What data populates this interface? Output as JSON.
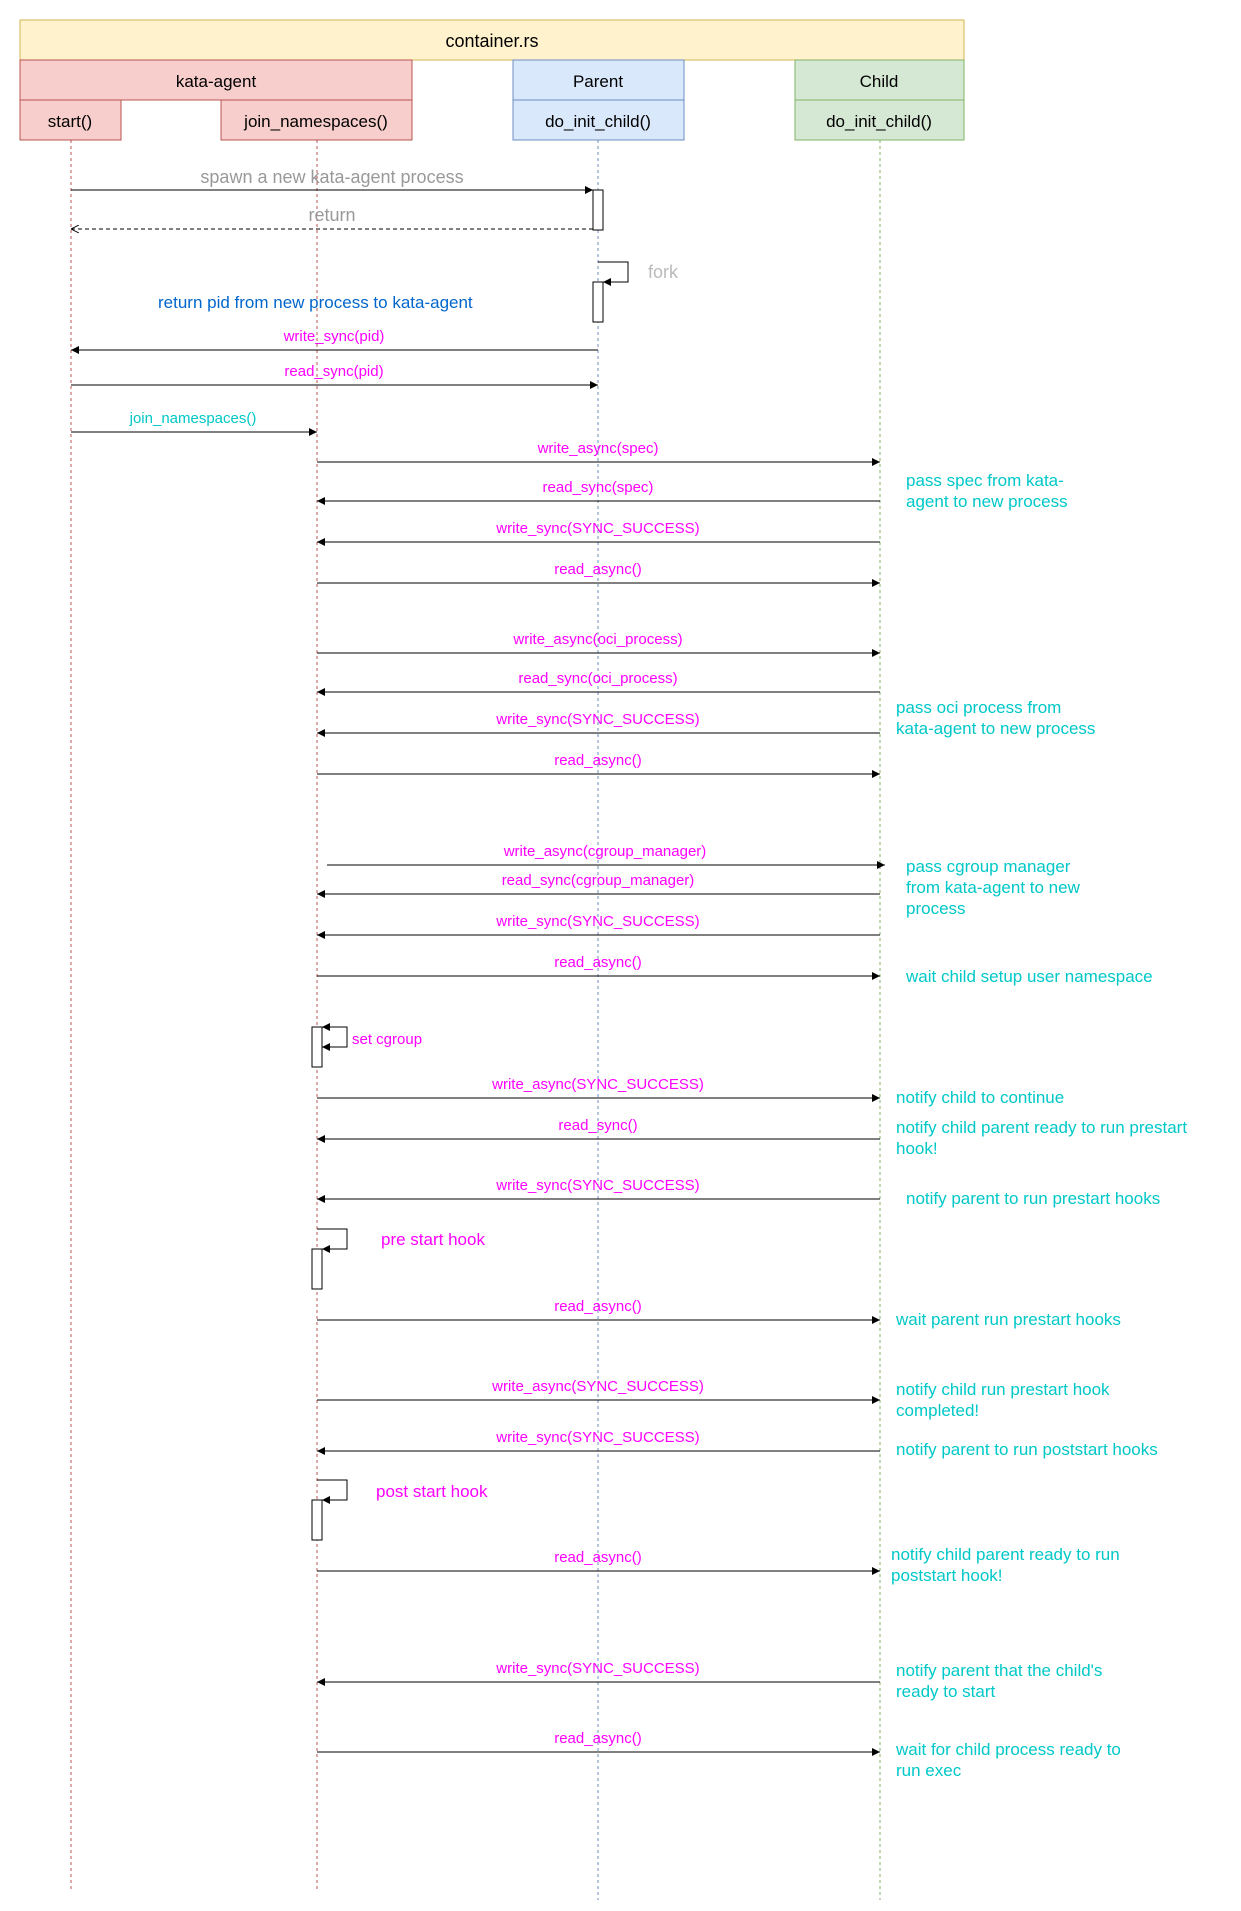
{
  "header": {
    "title": "container.rs",
    "groups": {
      "agent": "kata-agent",
      "parent": "Parent",
      "child": "Child"
    },
    "lifelines": {
      "start": "start()",
      "join": "join_namespaces()",
      "parent": "do_init_child()",
      "child": "do_init_child()"
    }
  },
  "messages": {
    "m1": "spawn a new kata-agent process",
    "m2": "return",
    "m3": "fork",
    "m3note": "return pid from new process to kata-agent",
    "m4": "write_sync(pid)",
    "m5": "read_sync(pid)",
    "m6": "join_namespaces()",
    "m7": "write_async(spec)",
    "m8": "read_sync(spec)",
    "m9": "write_sync(SYNC_SUCCESS)",
    "m10": "read_async()",
    "m11": "write_async(oci_process)",
    "m12": "read_sync(oci_process)",
    "m13": "write_sync(SYNC_SUCCESS)",
    "m14": "read_async()",
    "m15": "write_async(cgroup_manager)",
    "m16": "read_sync(cgroup_manager)",
    "m17": "write_sync(SYNC_SUCCESS)",
    "m18": "read_async()",
    "m19": "set cgroup",
    "m20": "write_async(SYNC_SUCCESS)",
    "m21": "read_sync()",
    "m22": "write_sync(SYNC_SUCCESS)",
    "m23": "pre start hook",
    "m24": "read_async()",
    "m25": "write_async(SYNC_SUCCESS)",
    "m26": "write_sync(SYNC_SUCCESS)",
    "m27": "post start hook",
    "m28": "read_async()",
    "m29": "write_sync(SYNC_SUCCESS)",
    "m30": "read_async()"
  },
  "notes": {
    "n1": [
      "pass spec from kata-",
      "agent to new process"
    ],
    "n2": [
      "pass oci process from",
      "kata-agent to new process"
    ],
    "n3": [
      "pass cgroup manager",
      "from kata-agent to new",
      "process"
    ],
    "n4": [
      "wait child setup user namespace"
    ],
    "n5": [
      "notify child to continue"
    ],
    "n6": [
      "notify child parent ready to run prestart",
      "hook!"
    ],
    "n7": [
      "notify parent to run prestart hooks"
    ],
    "n8": [
      "wait parent run prestart hooks"
    ],
    "n9": [
      "notify child run prestart hook",
      "completed!"
    ],
    "n10": [
      "notify parent to run poststart hooks"
    ],
    "n11": [
      "notify child parent ready to run",
      "poststart hook!"
    ],
    "n12": [
      "notify parent that the child's",
      "ready to start"
    ],
    "n13": [
      "wait for child process ready to",
      "run exec"
    ]
  },
  "colors": {
    "header_bg": "#fff2cc",
    "header_border": "#d6b656",
    "agent_bg": "#f8cecc",
    "agent_border": "#b85450",
    "parent_bg": "#dae8fc",
    "parent_border": "#6c8ebf",
    "child_bg": "#d5e8d4",
    "child_border": "#82b366",
    "magenta": "#ff00ff",
    "teal": "#00c8c8",
    "blue": "#0066cc",
    "gray": "#999999"
  }
}
